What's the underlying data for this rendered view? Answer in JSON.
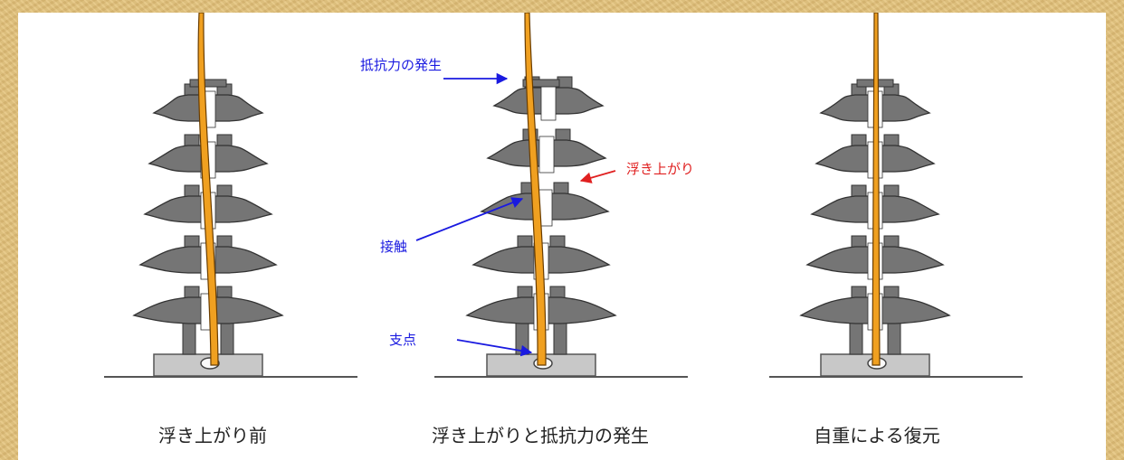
{
  "captions": {
    "before": "浮き上がり前",
    "during": "浮き上がりと抵抗力の発生",
    "after": "自重による復元"
  },
  "annotations": {
    "resistance": "抵抗力の発生",
    "uplift": "浮き上がり",
    "contact": "接触",
    "fulcrum": "支点"
  },
  "colors": {
    "background_texture": "#e2c27c",
    "pagoda": "#757575",
    "pillar": "#f0a020",
    "blue_arrow": "#1a1ae0",
    "red_arrow": "#e02020",
    "base": "#c8c8c8"
  }
}
